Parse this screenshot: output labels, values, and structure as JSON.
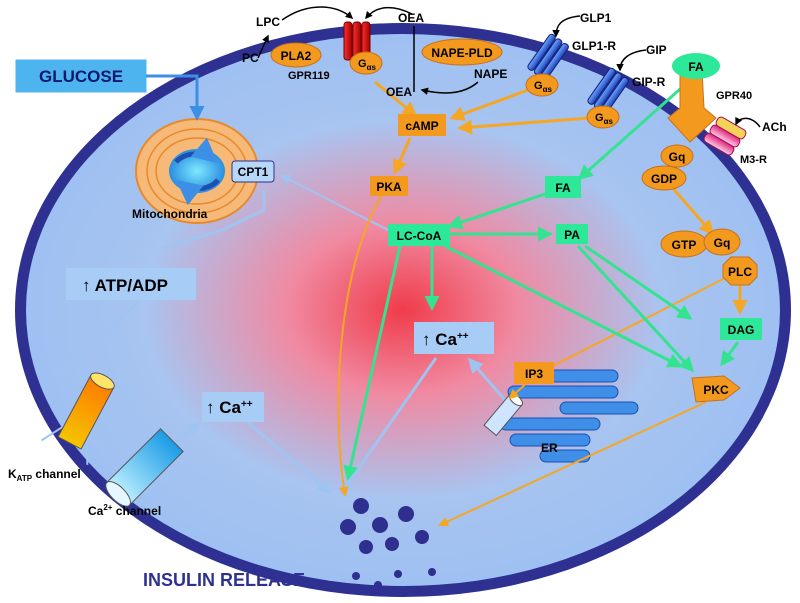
{
  "input": {
    "glucose": "GLUCOSE"
  },
  "organelles": {
    "cpt1": "CPT1",
    "mitochondria": "Mitochondria",
    "er": "ER"
  },
  "metabolites": {
    "atp_adp": "↑ ATP/ADP",
    "ca_center": "↑ Ca",
    "ca_left": "↑ Ca",
    "ca_sup": "++",
    "camp": "cAMP",
    "pka": "PKA",
    "fa_mid": "FA",
    "lc_coa": "LC-CoA",
    "pa": "PA",
    "dag": "DAG",
    "ip3": "IP3",
    "pkc": "PKC",
    "gdp": "GDP",
    "gtp": "GTP",
    "gq_top": "Gq",
    "gq_mid": "Gq",
    "plc": "PLC"
  },
  "membrane": {
    "lpc": "LPC",
    "pc": "PC",
    "pla2": "PLA2",
    "gpr119": "GPR119",
    "oea_top": "OEA",
    "oea_mid": "OEA",
    "nape_pld": "NAPE-PLD",
    "nape": "NAPE",
    "gas": "G",
    "gas_sub": "αs",
    "glp1": "GLP1",
    "glp1r": "GLP1-R",
    "gip": "GIP",
    "gipr": "GIP-R",
    "fa_top": "FA",
    "gpr40": "GPR40",
    "ach": "ACh",
    "m3r": "M3-R"
  },
  "channels": {
    "katp_k": "K",
    "katp_sub": "ATP",
    "katp_rest": " channel",
    "ca_channel": "Ca",
    "ca_channel_sup": "2+",
    "ca_channel_rest": " channel"
  },
  "output": {
    "insulin_release": "INSULIN RELEASE"
  },
  "colors": {
    "membrane": "#2e3192",
    "cytoplasm": "#9bbff2",
    "orange_arrow": "#f5a623",
    "green_arrow": "#33e38f",
    "blue_arrow": "#9fc4f2",
    "granule": "#2e2f8f",
    "orange_box": "#f39a1e",
    "green_box": "#2ee89a",
    "blue_box": "#a7cdf7"
  }
}
